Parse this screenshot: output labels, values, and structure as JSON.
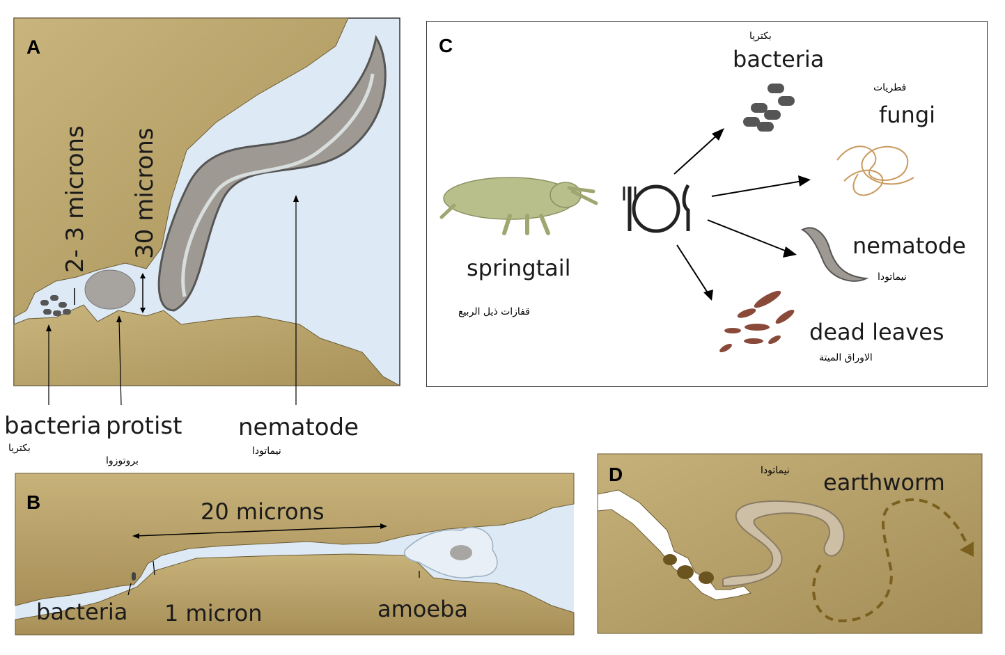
{
  "colors": {
    "soil": "#b9a36a",
    "soil_dark": "#8e7b47",
    "water": "#dde9f5",
    "outline": "#222222"
  },
  "panel_a": {
    "letter": "A",
    "scale_bacteria": "2- 3 microns",
    "scale_protist": "30 microns",
    "labels": [
      {
        "en": "bacteria",
        "ar": "بكتريا"
      },
      {
        "en": "protist",
        "ar": "بروتوزوا"
      },
      {
        "en": "nematode",
        "ar": "نيماتودا"
      }
    ]
  },
  "panel_b": {
    "letter": "B",
    "scale_length": "20 microns",
    "scale_width": "1 micron",
    "label_bacteria": "bacteria",
    "label_amoeba": "amoeba"
  },
  "panel_c": {
    "letter": "C",
    "springtail": {
      "en": "springtail",
      "ar": "قفازات ذيل الربيع"
    },
    "bacteria": {
      "en": "bacteria",
      "ar": "بكتريا"
    },
    "fungi": {
      "en": "fungi",
      "ar": "فطريات"
    },
    "nematode": {
      "en": "nematode",
      "ar": "نيماتودا"
    },
    "dead_leaves": {
      "en": "dead leaves",
      "ar": "الاوراق الميتة"
    }
  },
  "panel_d": {
    "letter": "D",
    "ar_note": "نيماتودا",
    "earthworm": "earthworm"
  }
}
